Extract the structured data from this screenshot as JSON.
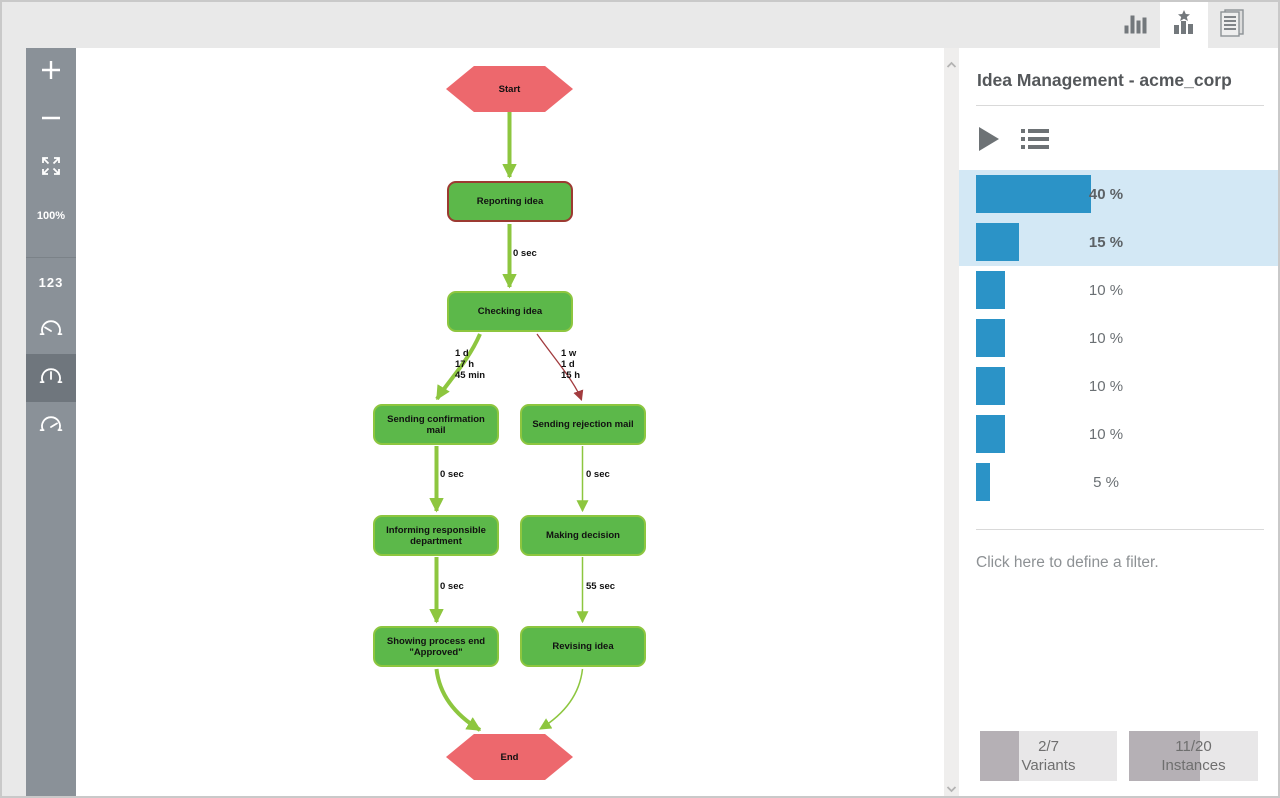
{
  "tabs": {
    "chart_view": "chart view",
    "variants_view": "variants view (selected)",
    "log_view": "log view"
  },
  "toolbar": {
    "zoom_in": "+",
    "zoom_out": "−",
    "zoom_level": "100%",
    "numbers_toggle": "123"
  },
  "flowchart": {
    "nodes": {
      "start": "Start",
      "reporting": "Reporting idea",
      "checking": "Checking idea",
      "confirmation": "Sending confirmation mail",
      "rejection": "Sending rejection mail",
      "informing": "Informing responsible\ndepartment",
      "decision": "Making decision",
      "showing_end": "Showing process end\n\"Approved\"",
      "revising": "Revising idea",
      "end": "End"
    },
    "edge_labels": {
      "reporting_checking": "0 sec",
      "checking_confirmation": "1 d\n17 h\n45 min",
      "checking_rejection": "1 w\n1 d\n15 h",
      "confirmation_informing": "0 sec",
      "rejection_decision": "0 sec",
      "informing_showing": "0 sec",
      "decision_revising": "55 sec"
    },
    "colors": {
      "node_green": "#5cb84a",
      "node_border_green": "#8dc63f",
      "selected_node_border": "#9c3a31",
      "terminal_red": "#ed686d",
      "edge_green": "#8dc63f",
      "edge_slow_red": "#a23b3e"
    }
  },
  "sidebar": {
    "title": "Idea Management - acme_corp",
    "variants": [
      {
        "label": "40 %",
        "value": 40,
        "selected": true
      },
      {
        "label": "15 %",
        "value": 15,
        "selected": true
      },
      {
        "label": "10 %",
        "value": 10,
        "selected": false
      },
      {
        "label": "10 %",
        "value": 10,
        "selected": false
      },
      {
        "label": "10 %",
        "value": 10,
        "selected": false
      },
      {
        "label": "10 %",
        "value": 10,
        "selected": false
      },
      {
        "label": "5 %",
        "value": 5,
        "selected": false
      }
    ],
    "bar_color": "#2b93c7",
    "selected_row_bg": "#d3e8f5",
    "filter_hint": "Click here to define a filter.",
    "stats": [
      {
        "value": "2/7",
        "label": "Variants",
        "fraction": 0.286
      },
      {
        "value": "11/20",
        "label": "Instances",
        "fraction": 0.55
      }
    ]
  }
}
